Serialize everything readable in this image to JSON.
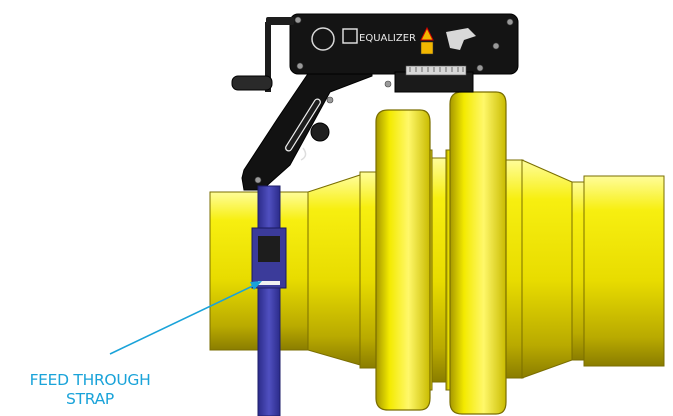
{
  "annotation": {
    "line1": "FEED THROUGH",
    "line2": "STRAP"
  },
  "tool": {
    "brand": "EQUALIZER"
  },
  "colors": {
    "callout": "#1aa3d9",
    "pipe_yellow": "#f5ee00",
    "strap_blue": "#3a3aa8",
    "tool_black": "#121212"
  }
}
